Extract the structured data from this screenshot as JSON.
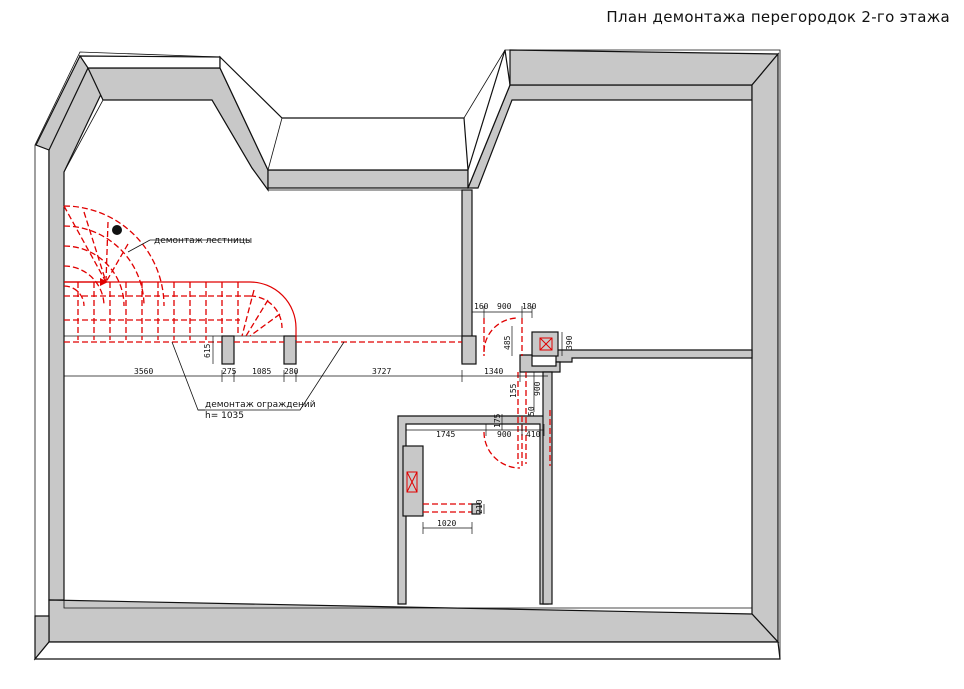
{
  "title": "План демонтажа перегородок 2-го этажа",
  "notes": {
    "stairs": "демонтаж лестницы",
    "railings_line1": "демонтаж ограждений",
    "railings_line2": "h= 1035"
  },
  "dimensions": {
    "d3560": "3560",
    "d275": "275",
    "d1085": "1085",
    "d280": "280",
    "d3727": "3727",
    "d1340": "1340",
    "d615": "615",
    "d160": "160",
    "d900a": "900",
    "d180": "180",
    "d485": "485",
    "d390": "390",
    "d155": "155",
    "d900b": "900",
    "d50": "50",
    "d1745": "1745",
    "d175": "175",
    "d900c": "900",
    "d410": "410",
    "d1020": "1020",
    "d210": "210"
  },
  "colors": {
    "wall_fill": "#c8c8c8",
    "line": "#111111",
    "demolition": "#e00000"
  }
}
